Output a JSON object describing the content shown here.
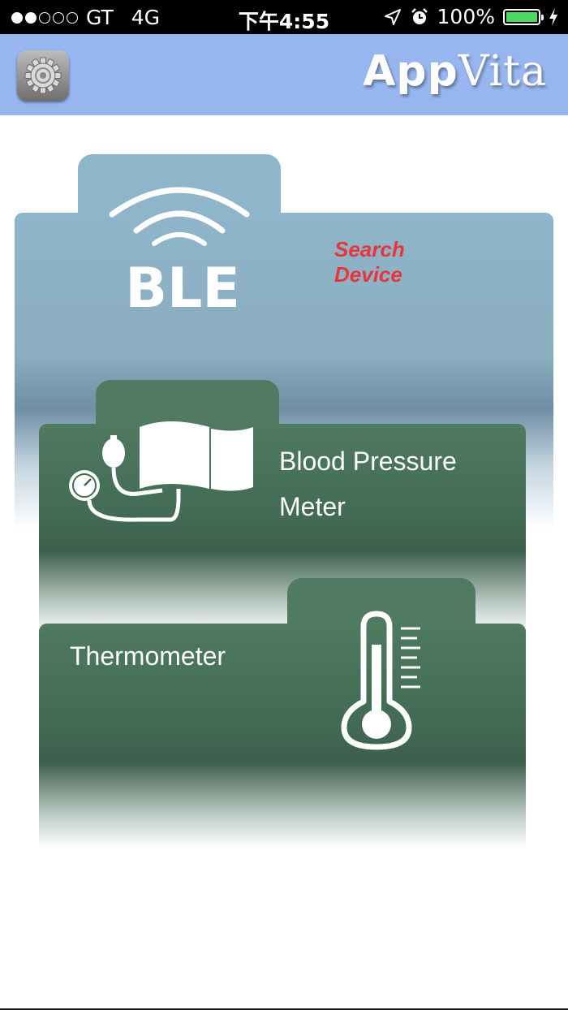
{
  "status_bar": {
    "carrier": "GT",
    "network": "4G",
    "time": "下午4:55",
    "battery_percent": "100%",
    "signal_filled_dots": 2,
    "signal_total_dots": 5
  },
  "nav": {
    "brand_part1": "App",
    "brand_part2": "Vita",
    "settings_icon": "gear-icon"
  },
  "cards": {
    "ble": {
      "icon_text": "BLE",
      "action_label": "Search Device",
      "action_color": "#e8353a"
    },
    "blood_pressure": {
      "label_line1": "Blood Pressure",
      "label_line2": "Meter"
    },
    "thermometer": {
      "label": "Thermometer"
    }
  },
  "colors": {
    "nav_background": "#97b6ef",
    "ble_card": "#8fb5ca",
    "device_card": "#507b62",
    "battery_fill": "#4cd964"
  }
}
